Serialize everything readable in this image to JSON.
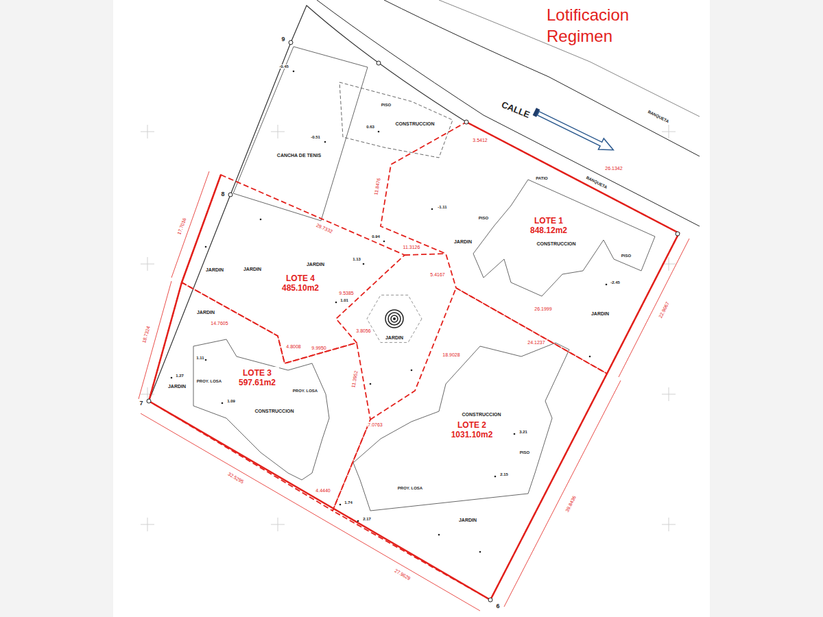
{
  "diagram": {
    "title": "Lotificacion Regimen",
    "nodes": [
      {
        "text": [
          "LOTE 1",
          "848.12m2"
        ]
      },
      {
        "text": [
          "LOTE 2",
          "1031.10m2"
        ]
      },
      {
        "text": [
          "LOTE 3",
          "597.61m2"
        ]
      },
      {
        "text": [
          "LOTE 4",
          "485.10m2"
        ]
      }
    ],
    "labels": [
      "CALLE",
      "BANQUETA",
      "BANQUETA",
      "CANCHA DE TENIS",
      "CONSTRUCCION",
      "CONSTRUCCION",
      "CONSTRUCCION",
      "CONSTRUCCION",
      "JARDIN",
      "JARDIN",
      "JARDIN",
      "JARDIN",
      "JARDIN",
      "JARDIN",
      "JARDIN",
      "JARDIN",
      "JARDIN",
      "PATIO",
      "PISO",
      "PISO",
      "PISO",
      "PISO",
      "PROY. LOSA",
      "PROY. LOSA",
      "PROY. LOSA",
      "9",
      "8",
      "7",
      "6",
      "17.7016",
      "29.7332",
      "11.8476",
      "5.4167",
      "9.5385",
      "14.7605",
      "4.8008",
      "9.9950",
      "3.8056",
      "11.3952",
      "18.9028",
      "7.0763",
      "24.1237",
      "26.1999",
      "22.9067",
      "26.1342",
      "39.8436",
      "27.9629",
      "32.5295",
      "18.7324",
      "4.4440",
      "3.5412",
      "11.3126",
      "-0.45",
      "-0.51",
      "1.13",
      "0.94",
      "-1.11",
      "0.63",
      "1.01",
      "2.15",
      "2.17",
      "1.74",
      "1.09",
      "3.21",
      "-2.45",
      "1.27",
      "1.11"
    ]
  }
}
